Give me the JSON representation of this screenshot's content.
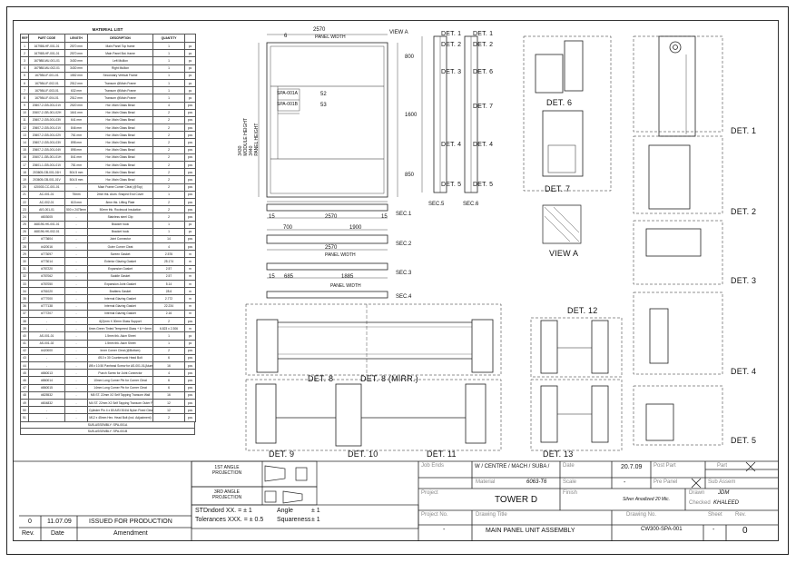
{
  "material_list": {
    "title": "MATERIAL LIST",
    "headers": [
      "REF",
      "PART CODE",
      "LENGTH",
      "DESCRIPTION",
      "QUANTITY",
      ""
    ],
    "rows": [
      [
        "1",
        "167986-HF-001-01",
        "2570 mm",
        "Main Panel Top frame",
        "1",
        "pc"
      ],
      [
        "2",
        "167985-HF-001-01",
        "2570 mm",
        "Main Panel Bot. frame",
        "1",
        "pc"
      ],
      [
        "3",
        "167988-MU-001-01",
        "3430 mm",
        "Left Mullion",
        "1",
        "pc"
      ],
      [
        "4",
        "167988-MU-002-01",
        "3430 mm",
        "Right Mullion",
        "1",
        "pc"
      ],
      [
        "5",
        "167984-IF-001-01",
        "1552 mm",
        "Secondary Vertical Frame",
        "1",
        "pc"
      ],
      [
        "6",
        "167984-IF-002-01",
        "2512 mm",
        "Transom @Main Frame",
        "1",
        "pc"
      ],
      [
        "7",
        "167984-IF-003-01",
        "632 mm",
        "Transom @Main Frame",
        "1",
        "pc"
      ],
      [
        "8",
        "167984-IF-004-01",
        "2512 mm",
        "Transom @Main Frame",
        "1",
        "pc"
      ],
      [
        "9",
        "20607-2-GB-001-01V",
        "2520 mm",
        "Hor. Main Glass Bead",
        "4",
        "pcs"
      ],
      [
        "10",
        "20607-2-GB-001-02H",
        "1641 mm",
        "Hor. Main Glass Bead",
        "2",
        "pcs"
      ],
      [
        "11",
        "20607-2-GB-001-03V",
        "641 mm",
        "Hor. Main Glass Bead",
        "2",
        "pcs"
      ],
      [
        "12",
        "20607-2-GB-001-01V",
        "846 mm",
        "Hor. Main Glass Bead",
        "2",
        "pcs"
      ],
      [
        "13",
        "20607-2-GB-001-02V",
        "761 mm",
        "Hor. Main Glass Bead",
        "2",
        "pcs"
      ],
      [
        "14",
        "20607-2-GB-001-03V",
        "898 mm",
        "Hor. Main Glass Bead",
        "2",
        "pcs"
      ],
      [
        "15",
        "20607-2-GB-001-04V",
        "898 mm",
        "Hor. Main Glass Bead",
        "2",
        "pcs"
      ],
      [
        "16",
        "20607-1-GB-001-01H",
        "841 mm",
        "Hor. Main Glass Bead",
        "2",
        "pcs"
      ],
      [
        "17",
        "20601-1-GB-001-01V",
        "781 mm",
        "Hor. Main Glass Bead",
        "2",
        "pcs"
      ],
      [
        "18",
        "203605-GB-001-01H",
        "504.5 mm",
        "Hor. Main Glass Bead",
        "2",
        "pcs"
      ],
      [
        "19",
        "203605-GB-001-01V",
        "504.5 mm",
        "Hor. Main Glass Bead",
        "2",
        "pcs"
      ],
      [
        "20",
        "420003-CC-001-01",
        "-",
        "Main Frame Corner Cleat (@Top)",
        "2",
        "pcs"
      ],
      [
        "21",
        "AC-001-01",
        "75mm",
        "2mm thk. Alum. Shaped End Cover",
        "1",
        "pcs"
      ],
      [
        "22",
        "AC-002-01",
        "615 mm",
        "8mm thk. Lifting Plate",
        "2",
        "pcs"
      ],
      [
        "23",
        "AIS-001-01",
        "500 x 2475mm",
        "50mm thk. Rockwool Insulation",
        "2",
        "pcs"
      ],
      [
        "24",
        "#803005",
        "-",
        "Stainless steel Clip",
        "2",
        "pcs"
      ],
      [
        "25",
        "468196-HK-001-01",
        "-",
        "Bracket hook",
        "1",
        "pc"
      ],
      [
        "26",
        "468196-HK-002-01",
        "-",
        "Bracket hook",
        "1",
        "pc"
      ],
      [
        "27",
        "#773604",
        "-",
        "Joint Connector",
        "14",
        "pcs"
      ],
      [
        "28",
        "#420016",
        "-",
        "Outer Corner Cleat",
        "4",
        "pcs"
      ],
      [
        "29",
        "#773097",
        "-",
        "Screen Gasket",
        "2.576",
        "m"
      ],
      [
        "30",
        "#773014",
        "-",
        "Exterior Glazing Gasket",
        "25.174",
        "m"
      ],
      [
        "31",
        "#787220",
        "-",
        "Expansion Gasket",
        "2.57",
        "m"
      ],
      [
        "32",
        "#787062",
        "-",
        "Saddle Gasket",
        "2.57",
        "m"
      ],
      [
        "33",
        "#787050",
        "-",
        "Expansion Joint Gasket",
        "5.14",
        "m"
      ],
      [
        "34",
        "#781020",
        "-",
        "Brattens Gasket",
        "28.6",
        "m"
      ],
      [
        "35",
        "#777000",
        "-",
        "Internal Glazing Gasket",
        "2.772",
        "m"
      ],
      [
        "36",
        "#777138",
        "-",
        "Internal Glazing Gasket",
        "22.234",
        "m"
      ],
      [
        "37",
        "#777207",
        "-",
        "Internal Glazing Gasket",
        "2.16",
        "m"
      ],
      [
        "38",
        "-",
        "-",
        "6(2)mm X 30mm Glass Support",
        "2",
        "pcs"
      ],
      [
        "39",
        "-",
        "-",
        "6mm Green Tinted Tempered Glass + 6 + 6mm Clear Tempered Glass",
        "6.823 x 2.306",
        "m"
      ],
      [
        "40",
        "AS-001-01",
        "-",
        "1.5mm thk. Alum Sheet",
        "1",
        "pc"
      ],
      [
        "41",
        "AS-001-02",
        "-",
        "1.5mm thk. Alum Sheet",
        "1",
        "pc"
      ],
      [
        "42",
        "#420000",
        "-",
        "Inner Corner Cleat (@Bottom)",
        "2",
        "pcs"
      ],
      [
        "43",
        "-",
        "-",
        "Ø10 x 30 Countersunk Head Bolt",
        "6",
        "pcs"
      ],
      [
        "44",
        "-",
        "-",
        "Ø8 x 10.50 Panhead Screw for AS-001-01(Alum), Ø8 x 6.1 Clip @ Plan 1.8",
        "16",
        "pcs"
      ],
      [
        "45",
        "#860013",
        "-",
        "Punch Screw for Joint Connector",
        "4",
        "pcs"
      ],
      [
        "46",
        "#860014",
        "-",
        "10mm Long Corner Pin for Corner Cleat",
        "6",
        "pcs"
      ],
      [
        "47",
        "#860015",
        "-",
        "14mm Long Corner Pin for Corner Cleat",
        "6",
        "pcs"
      ],
      [
        "48",
        "#825532",
        "-",
        "M5 ST. 22mm X2 Self Tapping Transom Wall",
        "16",
        "pcs"
      ],
      [
        "49",
        "#804832",
        "-",
        "M4 ST. 22mm X2 Self Tapping Transom Outer Fixing Screw",
        "12",
        "pcs"
      ],
      [
        "50",
        "-",
        "-",
        "Cylinder Pin 4 x 80 AISI 304/A Nylon Fixed Cleat Plate",
        "12",
        "pcs"
      ],
      [
        "51",
        "-",
        "-",
        "M12 x 45mm Hex. Head Bolt (incl. Adjustment)",
        "2",
        "pcs"
      ]
    ],
    "footer1": "SUB-ASSEMBLY: SPA-001A",
    "footer2": "SUB-ASSEMBLY: SPA-001B"
  },
  "drawing": {
    "panel_width_top": "2570",
    "panel_width_label": "PANEL WIDTH",
    "view_a": "VIEW A",
    "view_a_big": "VIEW A",
    "height_label": "3430\nMODULE HEIGHT\n3440\nPANEL HEIGHT",
    "module_height": "MODULE HEIGHT",
    "dim_800": "800",
    "dim_1600": "1600",
    "dim_850": "850",
    "spa_a": "SPA-001A",
    "spa_b": "SPA-001B",
    "n52": "52",
    "n53": "53",
    "n6": "6",
    "sec1": "SEC.1",
    "sec2": "SEC.2",
    "sec3": "SEC.3",
    "sec4": "SEC.4",
    "sec5": "SEC.5",
    "sec6": "SEC.6",
    "dim_2570b": "2570",
    "dim_700": "700",
    "dim_1900": "1900",
    "dim_2570c": "2570",
    "dim_685": "685",
    "dim_1885": "1885",
    "dim_15a": "15",
    "dim_15b": "15",
    "dim_15c": "15",
    "panel_width2": "PANEL WIDTH",
    "panel_width3": "PANEL WIDTH",
    "dets": {
      "d1": "DET. 1",
      "d2": "DET. 2",
      "d3": "DET. 3",
      "d4": "DET. 4",
      "d5": "DET. 5",
      "d6": "DET. 6",
      "d7": "DET. 7",
      "d8": "DET. 8",
      "d8m": "DET. 8 (MIRR.)",
      "d9": "DET. 9",
      "d10": "DET. 10",
      "d11": "DET. 11",
      "d12": "DET. 12",
      "d13": "DET. 13",
      "e1": "DET. 1",
      "e2": "DET. 2",
      "e3": "DET. 3",
      "e4": "DET. 4",
      "e5": "DET. 5",
      "e6": "DET. 6",
      "e7": "DET. 7",
      "r1": "DET. 1",
      "r2": "DET. 2",
      "r3": "DET. 3",
      "r4": "DET. 4",
      "r5": "DET. 5"
    }
  },
  "projection": {
    "first": "1ST ANGLE\nPROJECTION",
    "third": "3RD ANGLE\nPROJECTION",
    "std": "STDndord  XX. = ± 1",
    "tol": "Tolerances XXX. = ± 0.5",
    "angle": "Angle",
    "angle_v": "± 1",
    "square": "Squareness",
    "square_v": "± 1"
  },
  "amendment": {
    "rev": "0",
    "date": "11.07.09",
    "text": "ISSUED FOR PRODUCTION",
    "h_rev": "Rev.",
    "h_date": "Date",
    "h_amend": "Amendment"
  },
  "title_block": {
    "lbl_job": "Job Ends",
    "client": "W / CENTRE / MACH / SUBA /",
    "lbl_date": "Date",
    "date": "20.7.09",
    "lbl_post": "Post Part",
    "lbl_part": "Part",
    "lbl_material": "Material",
    "material": "6063-T6",
    "lbl_scale": "Scale",
    "scale": "-",
    "lbl_prepanel": "Pre Panel",
    "lbl_subassem": "Sub Assem",
    "lbl_project": "Project",
    "project": "TOWER D",
    "lbl_finish": "Finish",
    "finish": "Silver Anodized 20 Mic.",
    "lbl_drawn": "Drawn",
    "drawn": "JDM",
    "lbl_checked": "Checked",
    "checked": "KHALEED",
    "lbl_projno": "Project No.",
    "projno": "-",
    "lbl_title": "Drawing Title",
    "title": "MAIN PANEL UNIT ASSEMBLY",
    "lbl_dwgno": "Drawing No.",
    "dwgno": "CW300-SPA-001",
    "lbl_sheet": "Sheet",
    "sheet": "-",
    "lbl_rev": "Rev.",
    "rev": "0"
  }
}
